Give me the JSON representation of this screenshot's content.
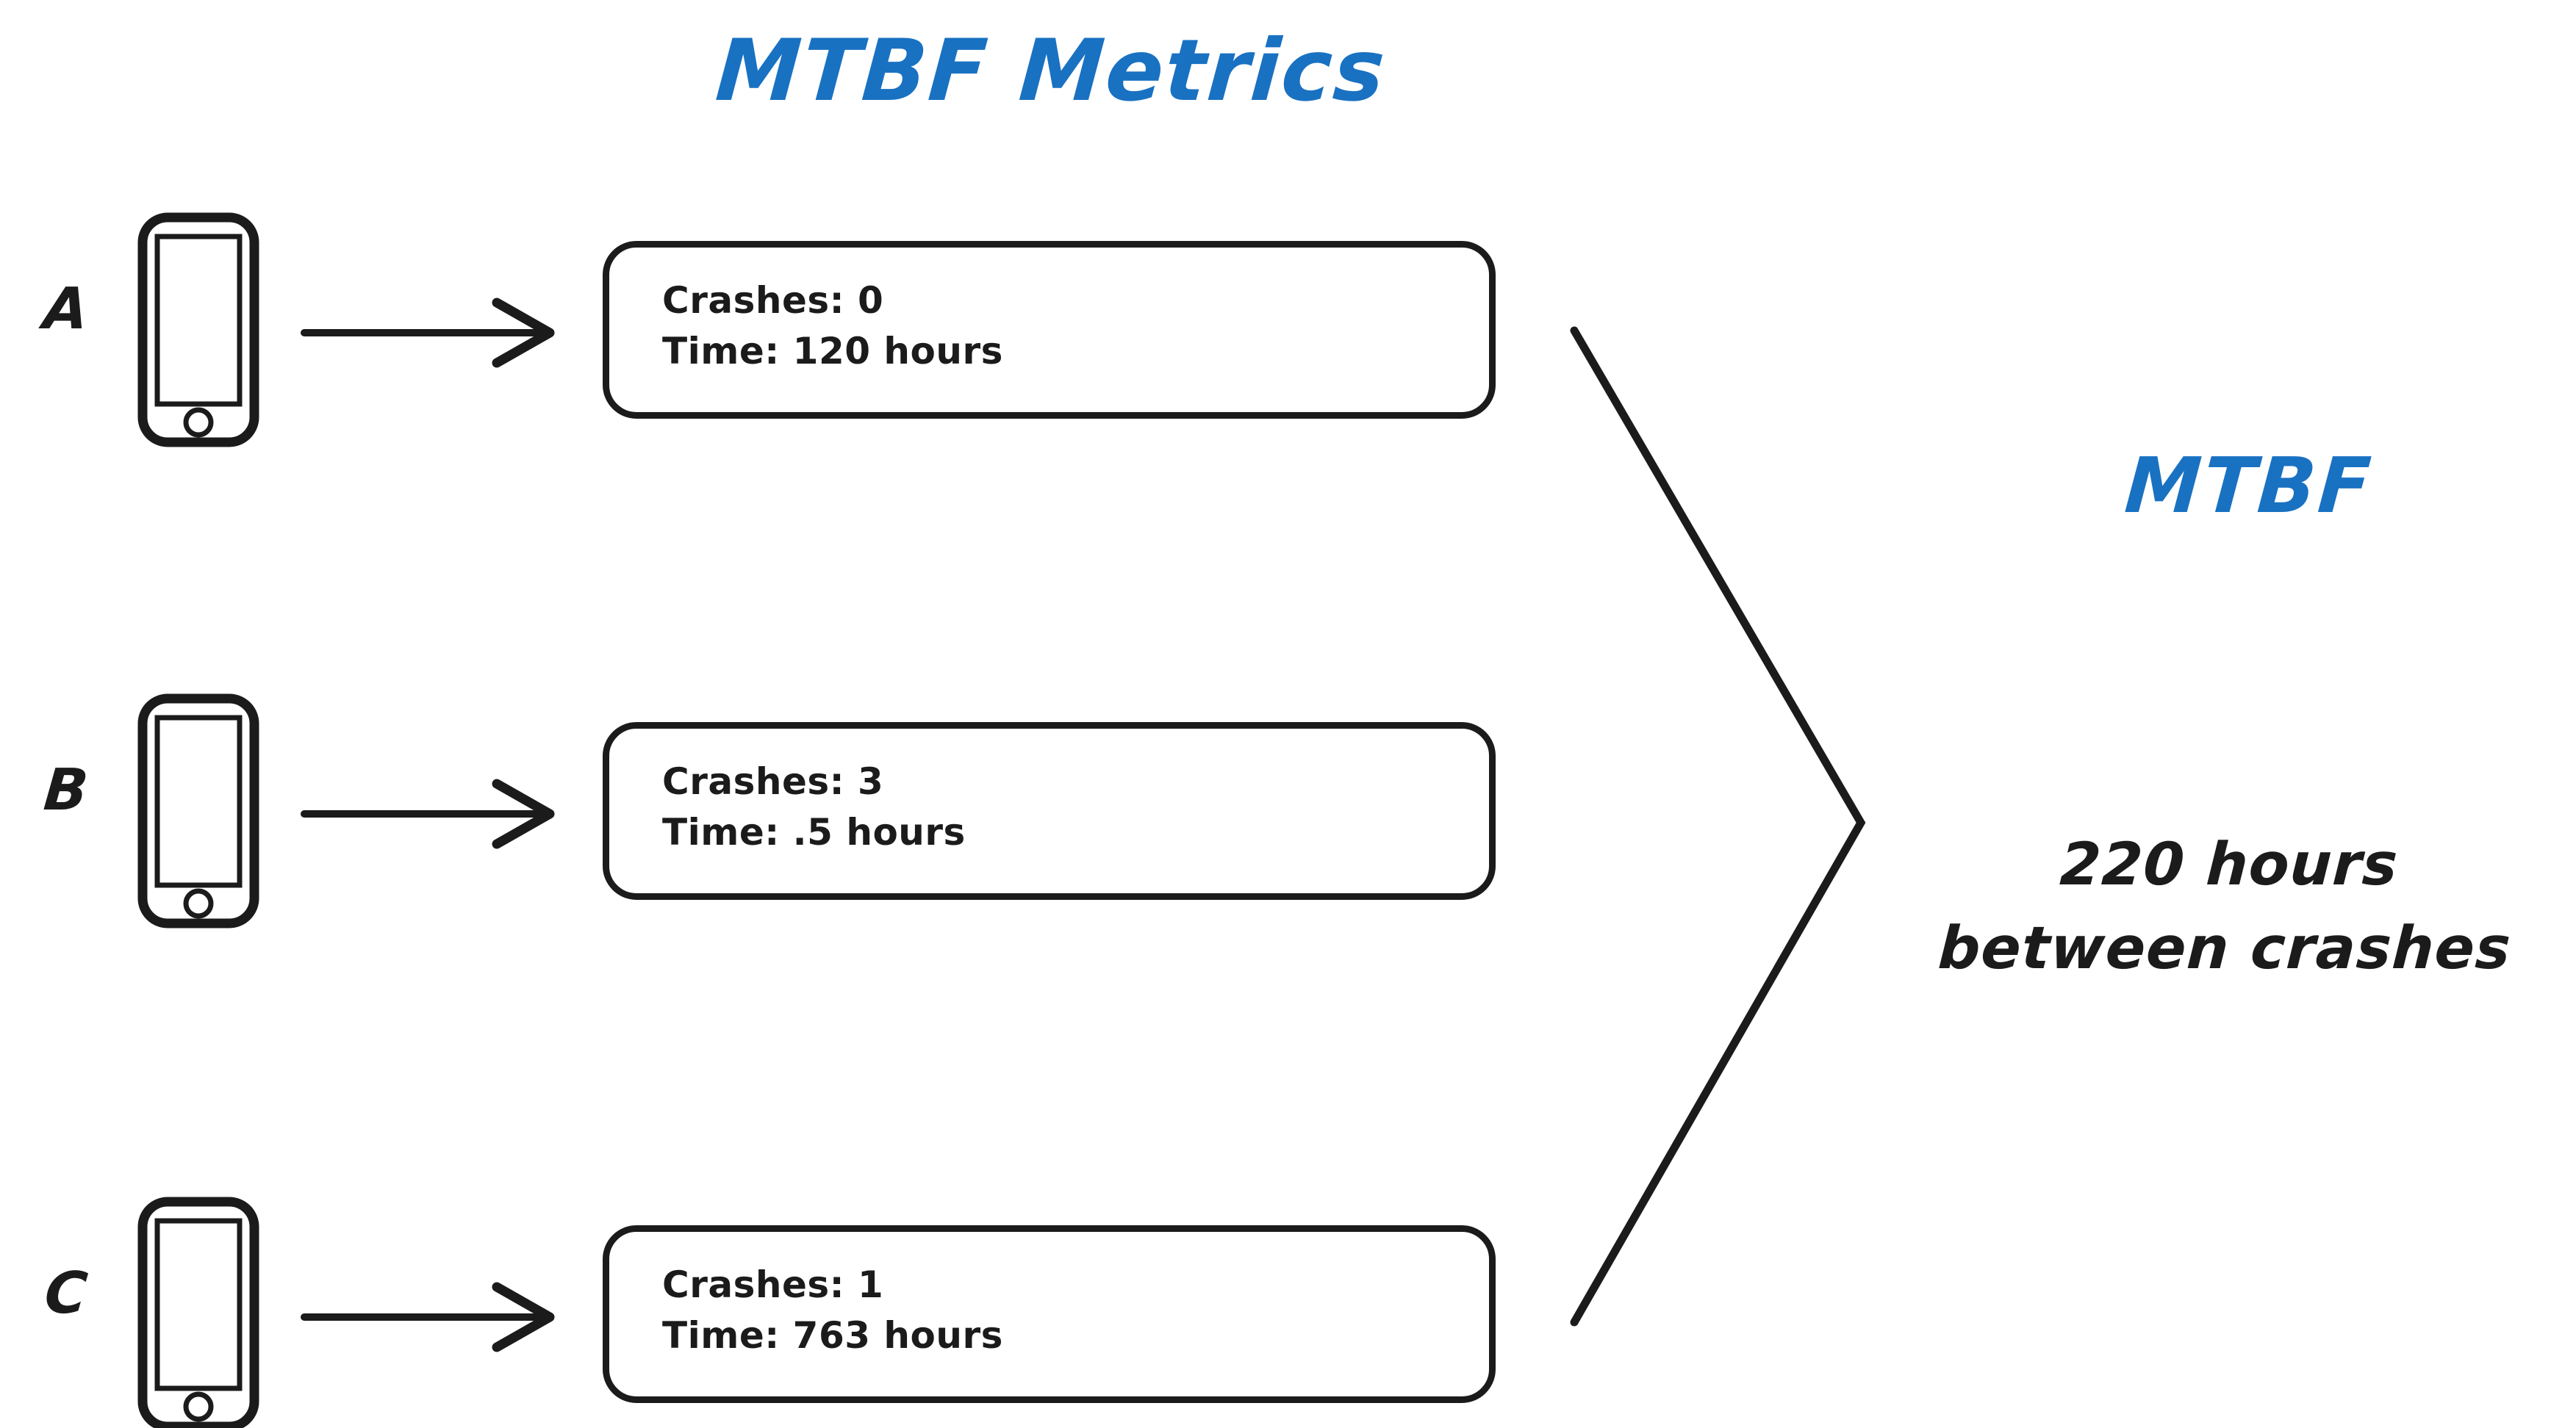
{
  "diagram": {
    "title": "MTBF Metrics",
    "type": "process-aggregation-diagram",
    "accent_color": "#1971c2",
    "ink_color": "#1b1b1b",
    "background_color": "#ffffff"
  },
  "devices": [
    {
      "label": "A",
      "icon": "smartphone-icon",
      "arrow": "arrow-right-icon",
      "metrics": {
        "crashes_line": "Crashes: 0",
        "time_line": "Time: 120 hours",
        "crashes": 0,
        "time_hours": 120
      }
    },
    {
      "label": "B",
      "icon": "smartphone-icon",
      "arrow": "arrow-right-icon",
      "metrics": {
        "crashes_line": "Crashes: 3",
        "time_line": "Time: .5 hours",
        "crashes": 3,
        "time_hours": 0.5
      }
    },
    {
      "label": "C",
      "icon": "smartphone-icon",
      "arrow": "arrow-right-icon",
      "metrics": {
        "crashes_line": "Crashes: 1",
        "time_line": "Time: 763 hours",
        "crashes": 1,
        "time_hours": 763
      }
    }
  ],
  "funnel": {
    "icon": "converging-chevron-icon"
  },
  "result": {
    "title": "MTBF",
    "value_line_1": "220 hours",
    "value_line_2": "between crashes",
    "value": 220,
    "unit": "hours"
  }
}
